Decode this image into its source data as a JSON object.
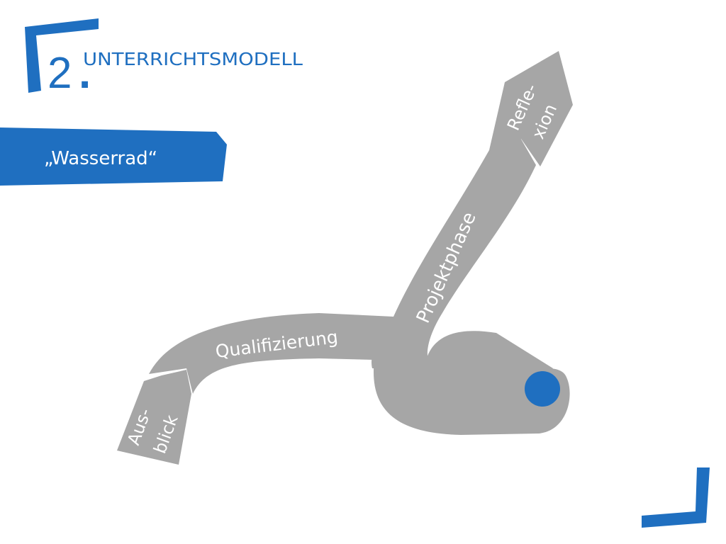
{
  "header": {
    "number": "2",
    "dot": ".",
    "title": "UNTERRICHTSMODELL"
  },
  "subtitle": {
    "text": "„Wasserrad“"
  },
  "diagram": {
    "stages": [
      {
        "id": "ausblick",
        "lines": [
          "Aus-",
          "blick"
        ]
      },
      {
        "id": "qualifizierung",
        "lines": [
          "Qualifizierung"
        ]
      },
      {
        "id": "projektphase",
        "lines": [
          "Projektphase"
        ]
      },
      {
        "id": "reflexion",
        "lines": [
          "Refle-",
          "xion"
        ]
      }
    ]
  },
  "colors": {
    "accent": "#1F6FC0",
    "ribbon": "#A6A6A6",
    "ribbon_text": "#FFFFFF",
    "background": "#FFFFFF"
  }
}
